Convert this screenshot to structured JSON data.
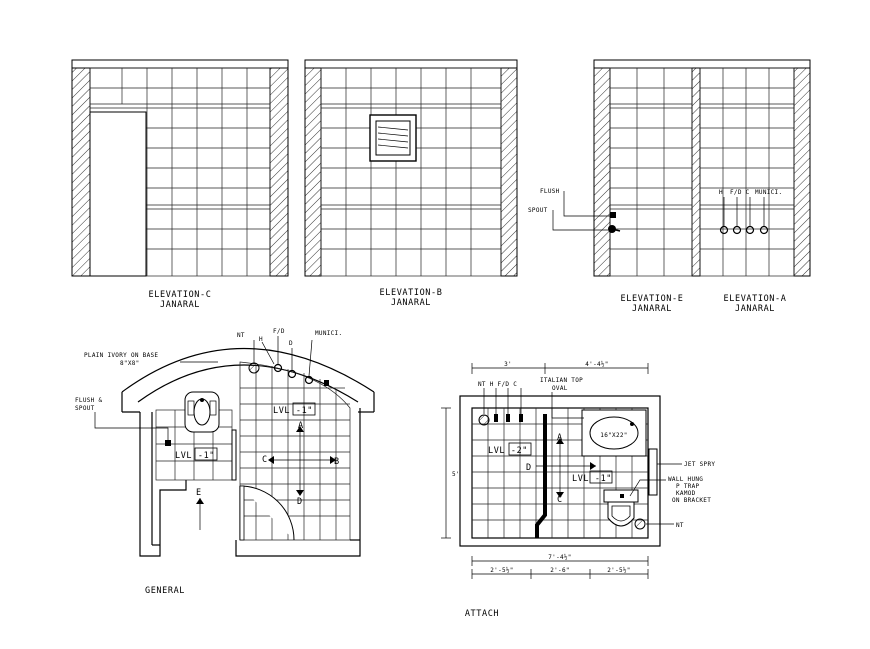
{
  "elevations": {
    "c_title": "ELEVATION-C",
    "c_sub": "JANARAL",
    "b_title": "ELEVATION-B",
    "b_sub": "JANARAL",
    "e_title": "ELEVATION-E",
    "e_sub": "JANARAL",
    "a_title": "ELEVATION-A",
    "a_sub": "JANARAL",
    "flush": "FLUSH",
    "spout": "SPOUT",
    "h": "H",
    "fd_c": "F/D C",
    "munici": "MUNICI."
  },
  "general": {
    "title": "GENERAL",
    "plain_ivory": "PLAIN IVORY ON BASE",
    "size_8x8": "8\"X8\"",
    "flush_spout_1": "FLUSH &",
    "flush_spout_2": "SPOUT",
    "nt": "NT",
    "h": "H",
    "fd": "F/D",
    "d": "D",
    "munici": "MUNICI.",
    "lvl_left": "LVL -1\"",
    "lvl_right": "LVL -1\"",
    "a": "A",
    "b": "B",
    "c": "C",
    "d_mark": "D",
    "e": "E"
  },
  "attach": {
    "title": "ATTACH",
    "dim_top_left": "3'",
    "dim_top_right": "4'-4½\"",
    "dim_side": "5'",
    "dim_total": "7'-4½\"",
    "dim_b1": "2'-5½\"",
    "dim_b2": "2'-6\"",
    "dim_b3": "2'-5½\"",
    "nt_h_fd_c": "NT H F/D C",
    "italian_1": "ITALIAN TOP",
    "italian_2": "OVAL",
    "basin": "16\"X22\"",
    "lvl_left": "LVL -2\"",
    "lvl_right": "LVL -1\"",
    "jet_spray": "JET SPRY",
    "wall_hung_1": "WALL HUNG",
    "wall_hung_2": "P TRAP",
    "wall_hung_3": "KAMOD",
    "wall_hung_4": "ON BRACKET",
    "nt": "NT",
    "a": "A",
    "c": "C",
    "d": "D"
  }
}
